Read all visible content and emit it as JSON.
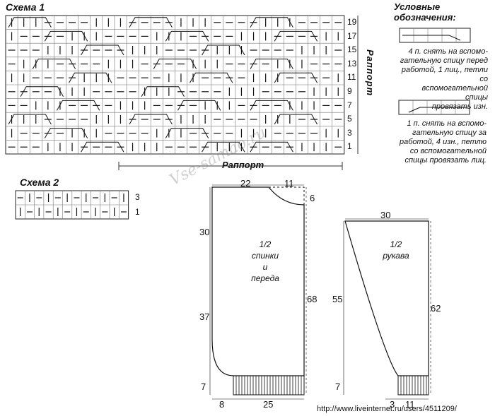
{
  "scheme1": {
    "title": "Схема 1",
    "row_numbers": [
      "19",
      "17",
      "15",
      "13",
      "11",
      "9",
      "7",
      "5",
      "3",
      "1"
    ],
    "rapport_vertical": "Раппорт",
    "rapport_horizontal": "Раппорт"
  },
  "legend": {
    "title_line1": "Условные",
    "title_line2": "обозначения:",
    "item1_lines": [
      "4 п. снять на вспомо-",
      "гательную спицу перед",
      "работой, 1 лиц., петли со",
      "вспомогательной спицы",
      "провязать изн."
    ],
    "item2_lines": [
      "1 п. снять на вспомо-",
      "гательную спицу за",
      "работой, 4 изн., петлю",
      "со вспомогательной",
      "спицы провязать лиц."
    ]
  },
  "scheme2": {
    "title": "Схема 2",
    "row_numbers": [
      "3",
      "1"
    ]
  },
  "body_pattern": {
    "label_lines": [
      "1/2",
      "спинки",
      "и",
      "переда"
    ],
    "dims": {
      "top_width": "22",
      "neck": "11",
      "neck_depth": "6",
      "upper_height": "30",
      "lower_height": "37",
      "total_height": "68",
      "rib_height": "7",
      "hem_offset": "8",
      "bottom_width": "25"
    }
  },
  "sleeve_pattern": {
    "label_lines": [
      "1/2",
      "рукава"
    ],
    "dims": {
      "top_width": "30",
      "height": "55",
      "total_height": "62",
      "rib_height": "7",
      "cuff_offset": "3",
      "cuff_width": "11"
    }
  },
  "watermark": "Vse-samao.ru",
  "url": "http://www.liveinternet.ru/users/4511209/"
}
